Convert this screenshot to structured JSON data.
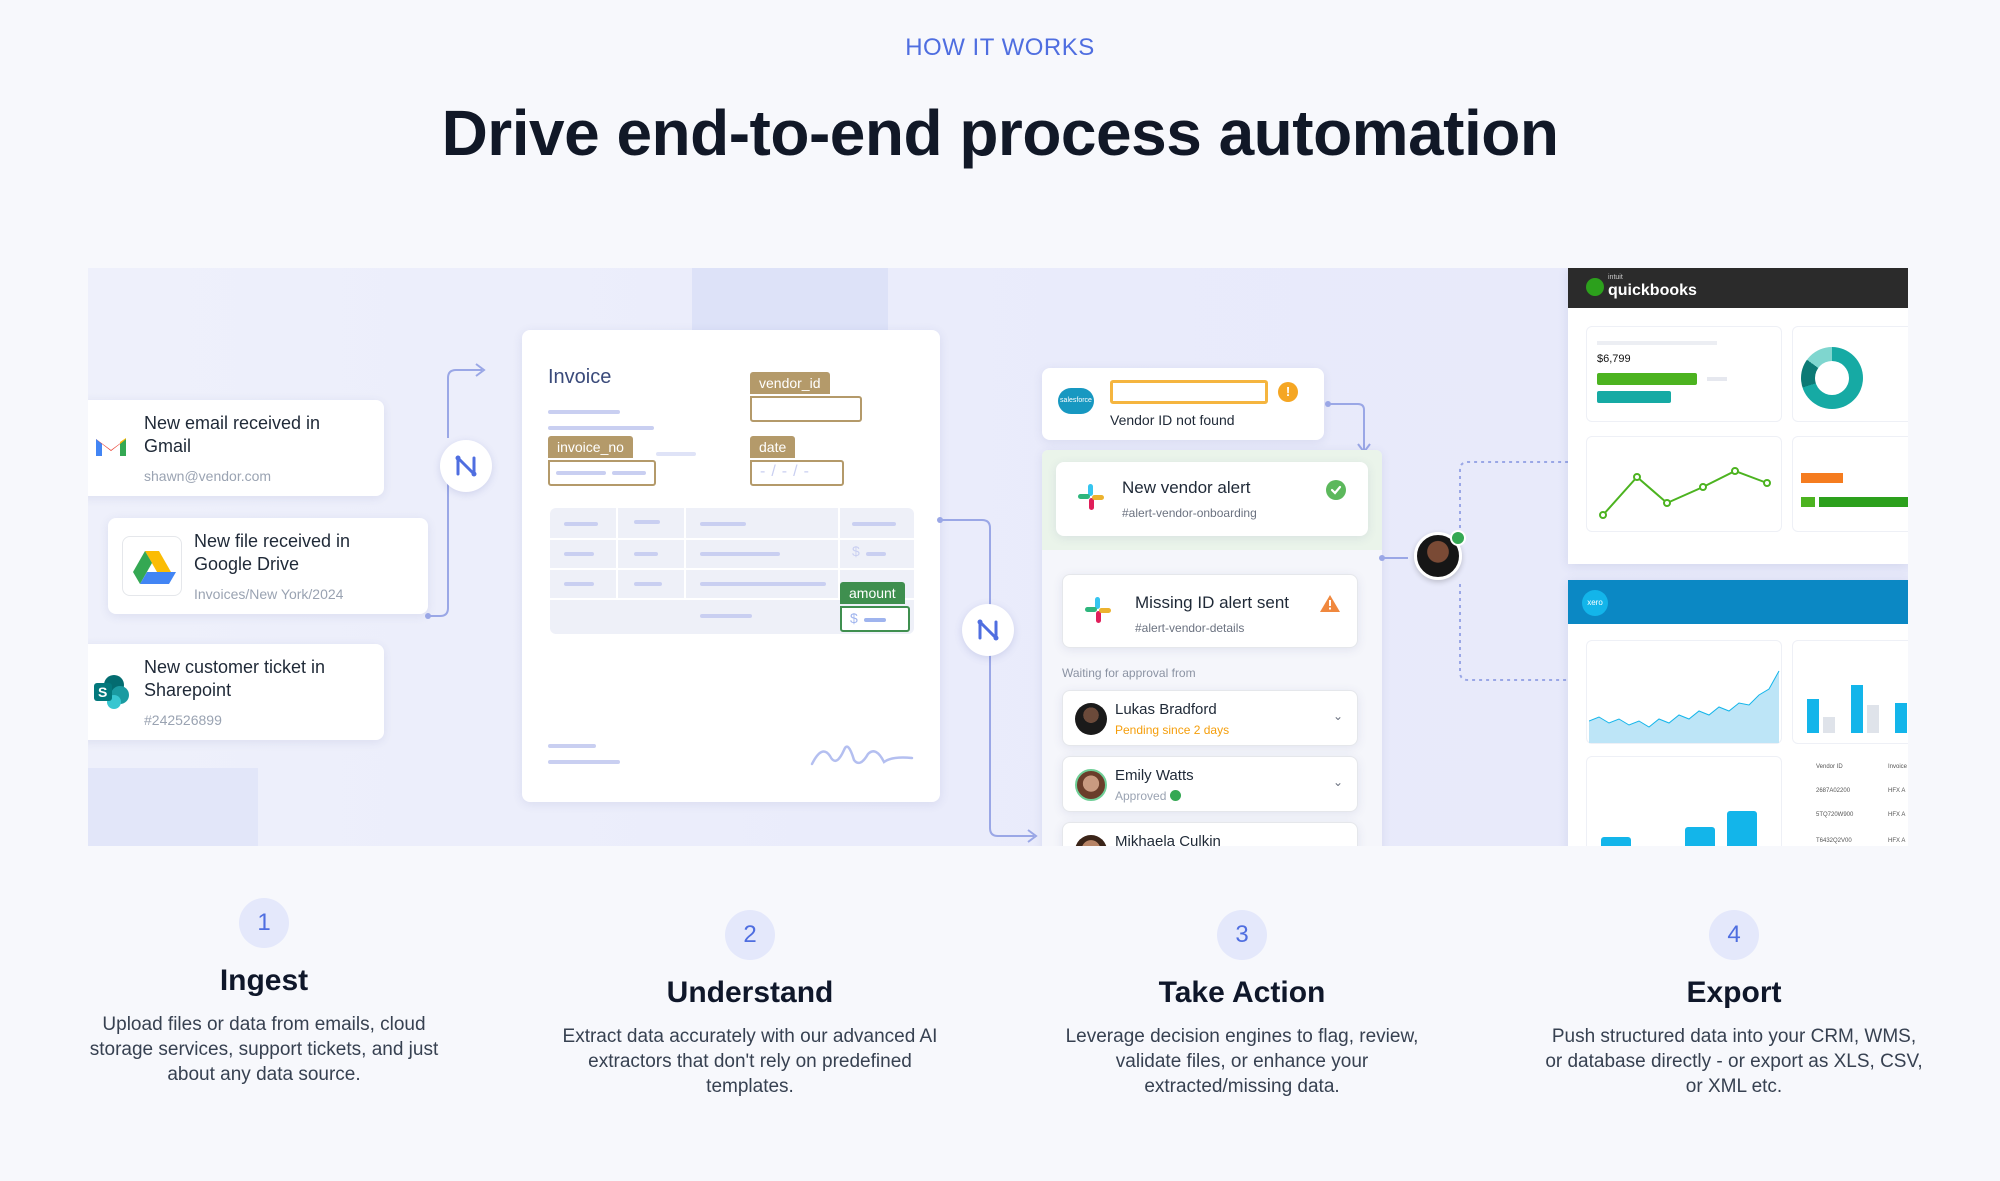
{
  "header": {
    "eyebrow": "HOW IT WORKS",
    "title": "Drive end-to-end process automation"
  },
  "sources": [
    {
      "title": "New email received in Gmail",
      "subtitle": "shawn@vendor.com",
      "icon": "gmail-icon"
    },
    {
      "title": "New file received in Google Drive",
      "subtitle": "Invoices/New York/2024",
      "icon": "google-drive-icon"
    },
    {
      "title": "New customer ticket in Sharepoint",
      "subtitle": "#242526899",
      "icon": "sharepoint-icon"
    }
  ],
  "invoice": {
    "title": "Invoice",
    "fields": {
      "vendor_id": "vendor_id",
      "invoice_no": "invoice_no",
      "date": "date",
      "amount": "amount"
    },
    "currency_symbol": "$",
    "date_separator": "/"
  },
  "actions": {
    "salesforce": {
      "label": "Vendor ID not found",
      "badge": "!",
      "logo_text": "salesforce"
    },
    "vendor_alert": {
      "title": "New vendor alert",
      "channel": "#alert-vendor-onboarding"
    },
    "missing_alert": {
      "title": "Missing ID alert sent",
      "channel": "#alert-vendor-details"
    },
    "approval_heading": "Waiting for approval from",
    "approvers": [
      {
        "name": "Lukas Bradford",
        "status": "Pending since 2 days",
        "status_color": "#f59e0b"
      },
      {
        "name": "Emily Watts",
        "status": "Approved",
        "status_color": "#9aa3b2"
      },
      {
        "name": "Mikhaela Culkin",
        "status": "",
        "status_color": "#9aa3b2"
      }
    ]
  },
  "exports": {
    "quickbooks": {
      "brand_small": "intuit",
      "brand": "quickbooks",
      "amount": "$6,799"
    },
    "xero": {
      "brand": "xero",
      "table": {
        "headers": [
          "Vendor ID",
          "Invoice"
        ],
        "rows": [
          [
            "2687A02200",
            "HFX A"
          ],
          [
            "5TQ720W900",
            "HFX A"
          ],
          [
            "T6432Q2V00",
            "HFX A"
          ]
        ]
      }
    }
  },
  "steps": [
    {
      "num": "1",
      "title": "Ingest",
      "body": "Upload files or data from emails, cloud storage services, support tickets, and just about any data source."
    },
    {
      "num": "2",
      "title": "Understand",
      "body": "Extract data accurately with our advanced AI extractors that don't rely on predefined templates."
    },
    {
      "num": "3",
      "title": "Take Action",
      "body": "Leverage decision engines to flag, review, validate files, or enhance your extracted/missing data."
    },
    {
      "num": "4",
      "title": "Export",
      "body": "Push structured data into your CRM, WMS, or database directly - or export as XLS, CSV, or XML etc."
    }
  ],
  "colors": {
    "accent": "#4f6ee0",
    "gold": "#b49a6a",
    "green": "#3f8f4f",
    "salesforce": "#1798c1",
    "quickbooks_bar": "#2b2b2b",
    "xero_bar": "#0b88c4"
  }
}
